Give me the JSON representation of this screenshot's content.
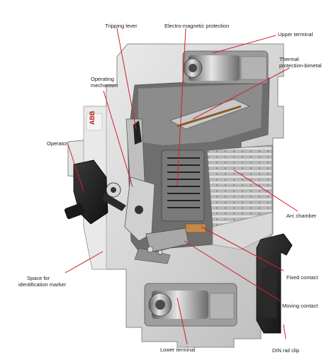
{
  "diagram": {
    "brand_mark": "ABB",
    "accent_color": "#d0202e",
    "labels": {
      "tripping_lever": "Tripping lever",
      "electro_magnetic_protection": "Electro-magnetic protection",
      "upper_terminal": "Upper terminal",
      "thermal_protection_bimetal_line1": "Thermal",
      "thermal_protection_bimetal_line2": "protection-bimetal",
      "operating_mechanism_line1": "Operating",
      "operating_mechanism_line2": "mechanism",
      "operator": "Operator",
      "arc_chamber": "Arc chamber",
      "fixed_contact": "Fixed contact",
      "moving_contact": "Moving contact",
      "space_for_identification_marker_line1": "Space for",
      "space_for_identification_marker_line2": "identification marker",
      "lower_terminal": "Lower terminal",
      "din_rail_clip": "DIN rail clip"
    }
  }
}
